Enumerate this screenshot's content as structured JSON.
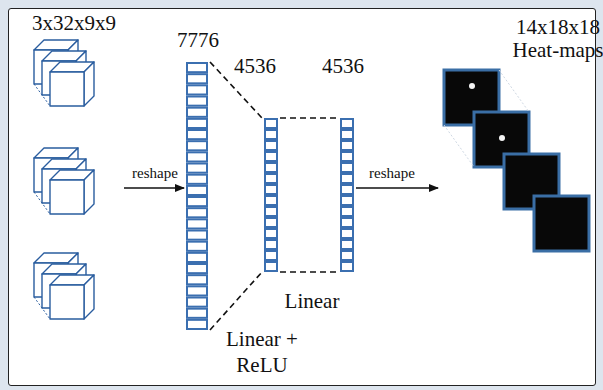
{
  "diagram": {
    "nodes": [
      {
        "text": [
          "3x32x9x9"
        ]
      },
      {
        "text": [
          "7776"
        ]
      },
      {
        "text": [
          "4536"
        ]
      },
      {
        "text": [
          "4536"
        ]
      },
      {
        "text": [
          "14x18x18 Heat-maps"
        ]
      }
    ],
    "edges": [
      {
        "from": 0,
        "to": 1,
        "arrow": "to",
        "label": "reshape"
      },
      {
        "from": 1,
        "to": 2,
        "arrow": "none",
        "label": "Linear + ReLU"
      },
      {
        "from": 2,
        "to": 3,
        "arrow": "none",
        "label": "Linear"
      },
      {
        "from": 3,
        "to": 4,
        "arrow": "to",
        "label": "reshape"
      }
    ]
  }
}
